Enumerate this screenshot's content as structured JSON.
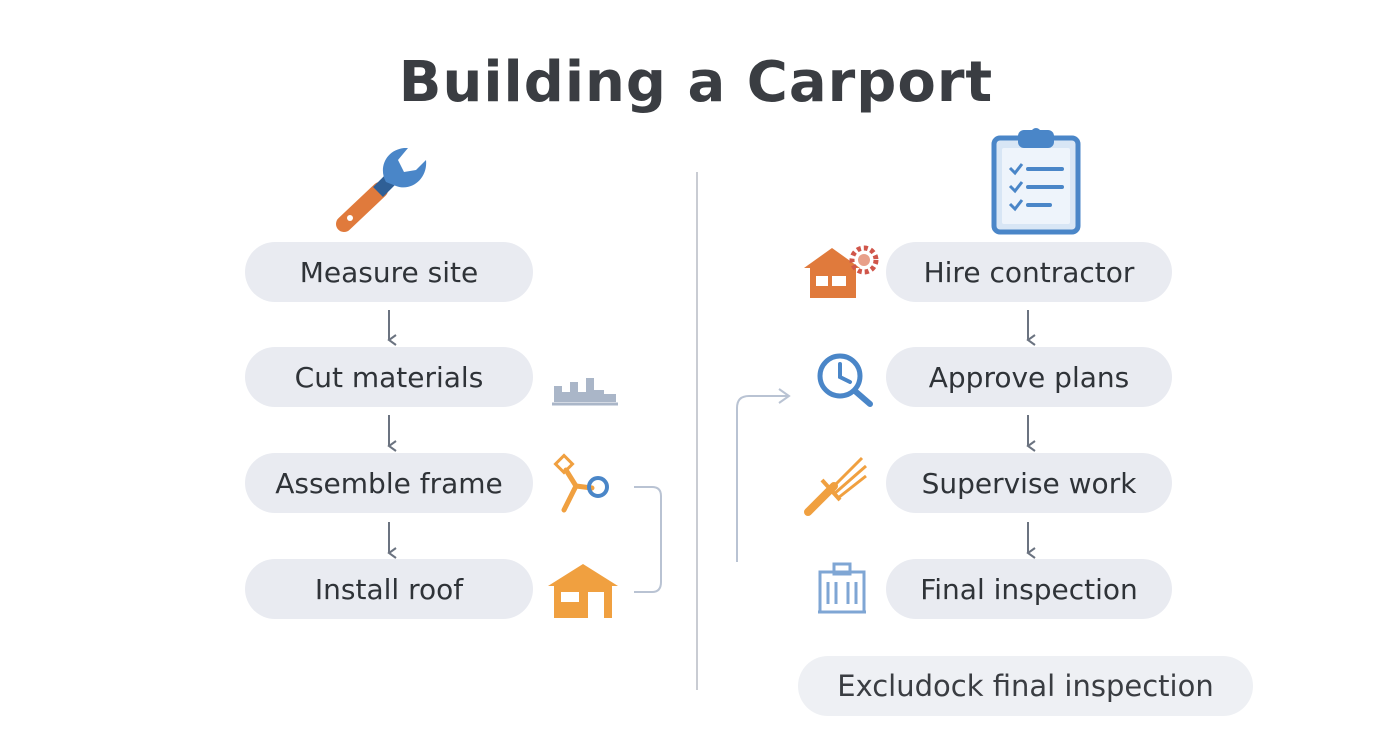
{
  "title": "Building a Carport",
  "left_steps": [
    {
      "label": "Measure site"
    },
    {
      "label": "Cut materials"
    },
    {
      "label": "Assemble frame"
    },
    {
      "label": "Install roof"
    }
  ],
  "right_steps": [
    {
      "label": "Hire contractor"
    },
    {
      "label": "Approve plans"
    },
    {
      "label": "Supervise work"
    },
    {
      "label": "Final inspection"
    }
  ],
  "note": "Excludock final inspection",
  "colors": {
    "pill": "#e9ebf1",
    "arrow": "#6b7380",
    "blue": "#4a86c8",
    "orange": "#e07a3c",
    "amber": "#f0a040",
    "divider": "#c9ccd3"
  },
  "icons": {
    "left_top": "wrench-icon",
    "right_top": "clipboard-checklist-icon",
    "cut_materials": "materials-stack-icon",
    "assemble_frame": "frame-joint-icon",
    "install_roof": "house-roof-icon",
    "hire_contractor": "house-gear-icon",
    "approve_plans": "clock-magnifier-icon",
    "supervise_work": "tools-icon",
    "final_inspection": "building-icon"
  }
}
